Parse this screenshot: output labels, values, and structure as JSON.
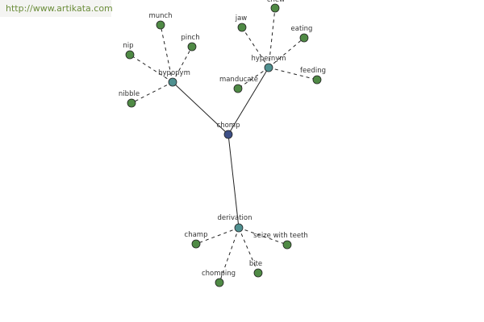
{
  "site_url": "http://www.artikata.com",
  "colors": {
    "root": "#3d4f86",
    "category": "#4f9090",
    "leaf": "#4f8a45"
  },
  "graph": {
    "root": {
      "id": "chomp",
      "label": "chomp"
    },
    "categories": [
      {
        "id": "hyponym",
        "label": "hyponym"
      },
      {
        "id": "hypernym",
        "label": "hypernym"
      },
      {
        "id": "derivation",
        "label": "derivation"
      }
    ],
    "leaves": [
      {
        "id": "munch",
        "label": "munch",
        "parent": "hyponym"
      },
      {
        "id": "pinch",
        "label": "pinch",
        "parent": "hyponym"
      },
      {
        "id": "nip",
        "label": "nip",
        "parent": "hyponym"
      },
      {
        "id": "nibble",
        "label": "nibble",
        "parent": "hyponym"
      },
      {
        "id": "chew",
        "label": "chew",
        "parent": "hypernym"
      },
      {
        "id": "jaw",
        "label": "jaw",
        "parent": "hypernym"
      },
      {
        "id": "eating",
        "label": "eating",
        "parent": "hypernym"
      },
      {
        "id": "feeding",
        "label": "feeding",
        "parent": "hypernym"
      },
      {
        "id": "manducate",
        "label": "manducate",
        "parent": "hypernym"
      },
      {
        "id": "champ",
        "label": "champ",
        "parent": "derivation"
      },
      {
        "id": "seize-with-teeth",
        "label": "seize with teeth",
        "parent": "derivation"
      },
      {
        "id": "chomping",
        "label": "chomping",
        "parent": "derivation"
      },
      {
        "id": "bite",
        "label": "bite",
        "parent": "derivation"
      }
    ]
  }
}
